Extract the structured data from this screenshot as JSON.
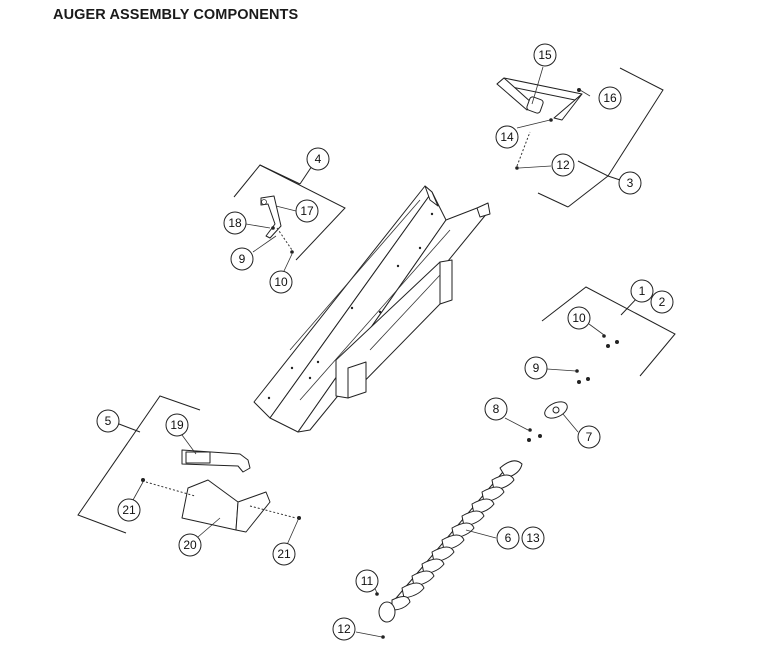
{
  "title": "AUGER ASSEMBLY COMPONENTS",
  "callouts": [
    "15",
    "16",
    "14",
    "12",
    "3",
    "4",
    "17",
    "18",
    "9",
    "10",
    "1",
    "2",
    "10",
    "9",
    "8",
    "7",
    "5",
    "19",
    "21",
    "20",
    "21",
    "6",
    "13",
    "11",
    "12"
  ]
}
